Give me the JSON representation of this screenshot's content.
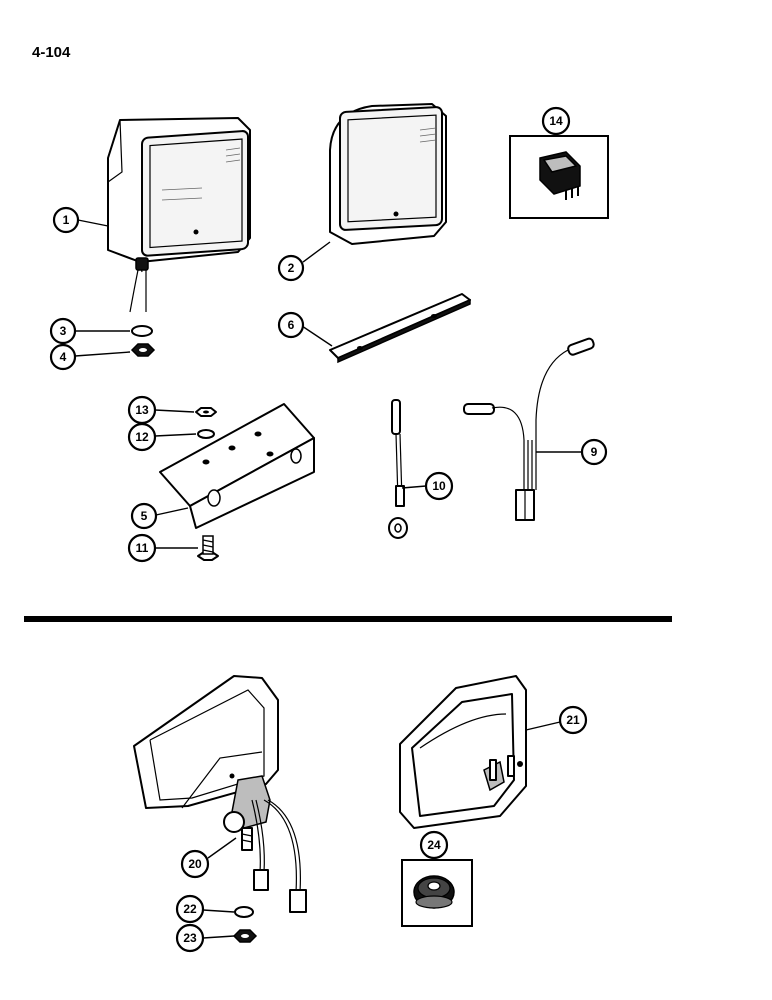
{
  "page": {
    "page_number": "4-104"
  },
  "callouts": [
    {
      "id": "1",
      "label": "1"
    },
    {
      "id": "2",
      "label": "2"
    },
    {
      "id": "3",
      "label": "3"
    },
    {
      "id": "4",
      "label": "4"
    },
    {
      "id": "5",
      "label": "5"
    },
    {
      "id": "6",
      "label": "6"
    },
    {
      "id": "9",
      "label": "9"
    },
    {
      "id": "10",
      "label": "10"
    },
    {
      "id": "11",
      "label": "11"
    },
    {
      "id": "12",
      "label": "12"
    },
    {
      "id": "13",
      "label": "13"
    },
    {
      "id": "14",
      "label": "14"
    },
    {
      "id": "20",
      "label": "20"
    },
    {
      "id": "21",
      "label": "21"
    },
    {
      "id": "22",
      "label": "22"
    },
    {
      "id": "23",
      "label": "23"
    },
    {
      "id": "24",
      "label": "24"
    }
  ]
}
